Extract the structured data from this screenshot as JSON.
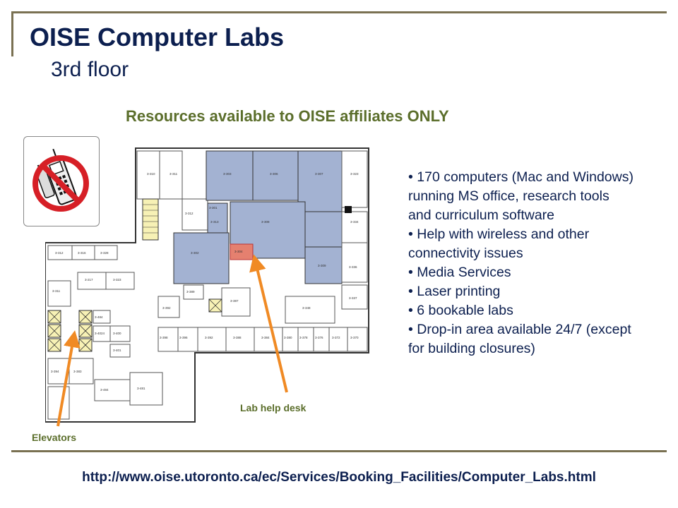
{
  "slide": {
    "title": "OISE Computer Labs",
    "subtitle": "3rd floor",
    "resources_heading": "Resources available to OISE affiliates ONLY",
    "features": [
      "170 computers (Mac and Windows) running MS office, research tools and curriculum software",
      "Help with wireless and other connectivity issues",
      "Media Services",
      "Laser printing",
      "6 bookable labs",
      "Drop-in area available 24/7 (except for building closures)"
    ],
    "labels": {
      "lab_help_desk": "Lab help desk",
      "elevators": "Elevators"
    },
    "url": "http://www.oise.utoronto.ca/ec/Services/Booking_Facilities/Computer_Labs.html"
  },
  "floorplan": {
    "room_numbers": [
      "3-310",
      "3-311",
      "3-303",
      "3-306",
      "3-307",
      "3-323",
      "3-312",
      "3-301",
      "3-313",
      "3-308",
      "3-309",
      "3-334",
      "3-302",
      "3-304",
      "3-336",
      "3-312",
      "3-316",
      "3-328",
      "3-311",
      "3-217",
      "3-323",
      "3-389",
      "3-387",
      "3-348",
      "3-337",
      "3-392",
      "3-484",
      "3-398",
      "3-396",
      "3-392",
      "3-388",
      "3-384",
      "3-380",
      "3-378",
      "3-376",
      "3-372",
      "3-370",
      "3-4024",
      "3-400",
      "3-401",
      "3-484",
      "3-481",
      "3-394",
      "3-383"
    ]
  },
  "colors": {
    "title": "#0c1f4f",
    "accent_green": "#5b6e2b",
    "frame": "#7a7152",
    "lab_room": "#a3b2d2",
    "help_desk": "#e5806f",
    "arrow": "#f08a24",
    "no_sign": "#d61f26"
  },
  "icons": {
    "no_phone": "no-cell-phone-icon",
    "arrow": "arrow-icon"
  }
}
